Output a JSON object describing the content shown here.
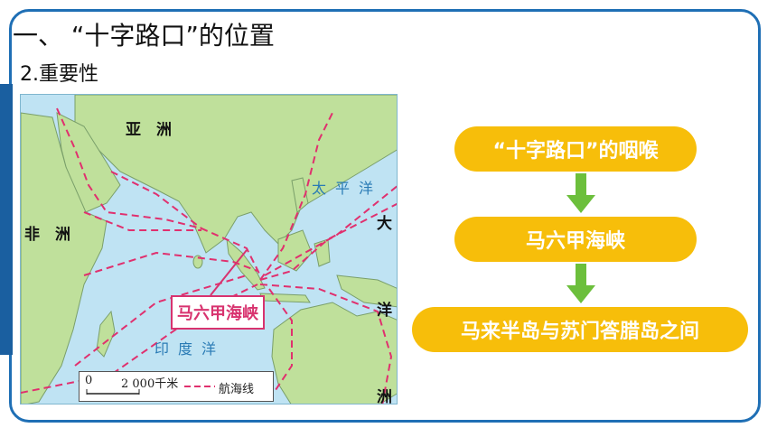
{
  "slide": {
    "title": "一、 “十字路口”的位置",
    "subtitle": "2.重要性"
  },
  "map": {
    "labels": {
      "asia": "亚　洲",
      "africa": "非　洲",
      "pacific": "太平洋",
      "indian": "印度洋",
      "oceania_1": "大",
      "oceania_2": "洋",
      "oceania_3": "洲"
    },
    "callout": "马六甲海峡",
    "legend": {
      "scale_zero": "0",
      "scale_value": "2 000千米",
      "route_label": "航海线"
    }
  },
  "flow": {
    "steps": [
      "“十字路口”的咽喉",
      "马六甲海峡",
      "马来半岛与苏门答腊岛之间"
    ],
    "colors": {
      "pill": "#f7be0a",
      "arrow": "#6cbf3c",
      "frame": "#1f6fb5",
      "route": "#e0306e"
    }
  }
}
